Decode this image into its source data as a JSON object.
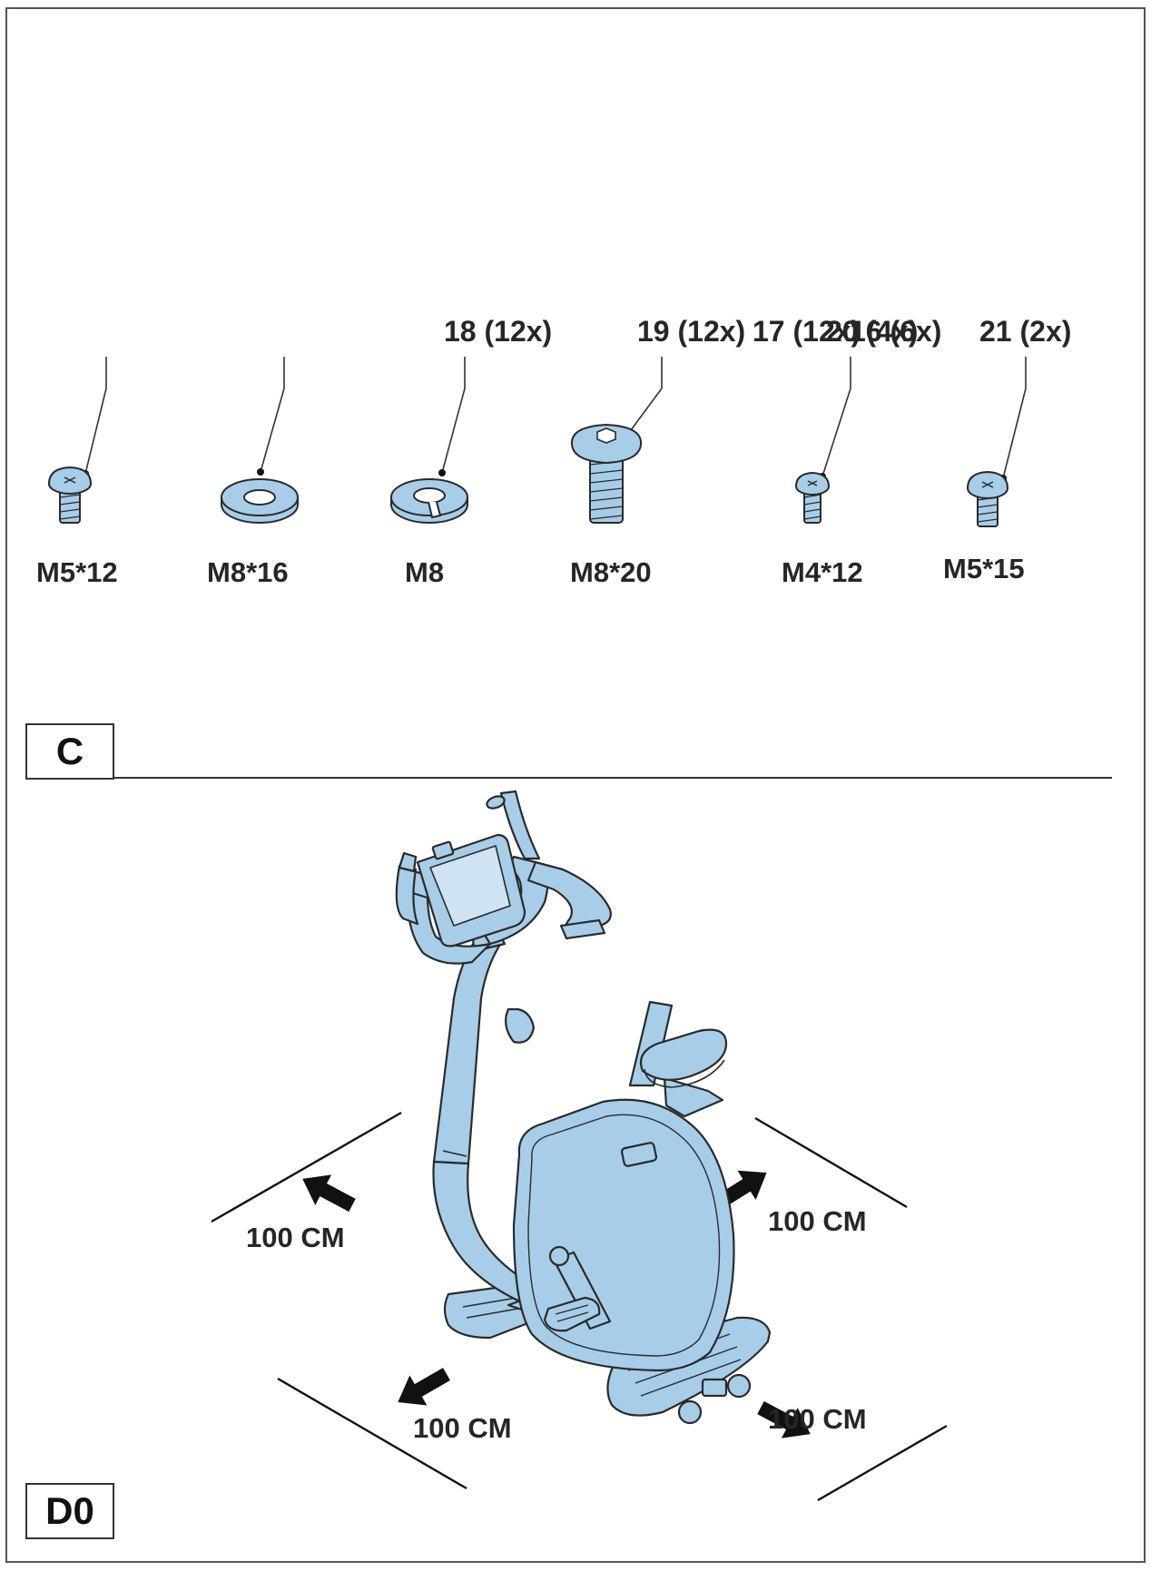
{
  "section_c": {
    "step_label": "C",
    "parts": [
      {
        "qty": "",
        "size": "M5*12"
      },
      {
        "qty": "",
        "size": "M8*16"
      },
      {
        "qty": "18 (12x)",
        "size": "M8"
      },
      {
        "qty": "19 (12x)",
        "size": "M8*20"
      },
      {
        "qty": "17 (12x)",
        "size": ""
      },
      {
        "qty": "20 (4x)",
        "size": "M4*12"
      },
      {
        "qty": "16 (6x)",
        "size": ""
      },
      {
        "qty": "21 (2x)",
        "size": "M5*15"
      }
    ]
  },
  "section_d0": {
    "step_label": "D0",
    "clearances": [
      "100 CM",
      "100 CM",
      "100 CM",
      "100 CM"
    ]
  },
  "colors": {
    "part_fill": "#a8cde8",
    "outline": "#2a2a2a"
  }
}
